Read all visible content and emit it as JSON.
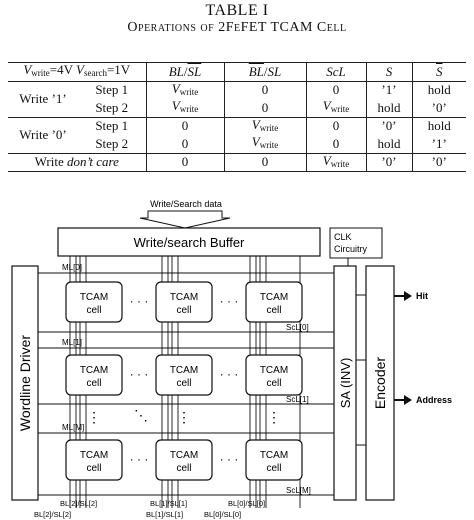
{
  "caption": {
    "title": "TABLE I",
    "subtitle": "Operations of 2FeFET TCAM Cell"
  },
  "table": {
    "hdr": {
      "vwrite": "V",
      "vwrite_sub": "write",
      "vwrite_val": "=4V ",
      "vsearch": "V",
      "vsearch_sub": "search",
      "vsearch_val": "=1V",
      "bl": "BL",
      "sl": "SL",
      "sep": "/",
      "scl": "ScL",
      "s": "S",
      "sbar": "S"
    },
    "rows": [
      {
        "op": "Write ’1’",
        "step": "Step 1",
        "blsl": "V",
        "blsl_sub": "write",
        "blbar": "0",
        "scl": "0",
        "s": "’1’",
        "sbar": "hold"
      },
      {
        "op": "",
        "step": "Step 2",
        "blsl": "V",
        "blsl_sub": "write",
        "blbar": "0",
        "scl": "V",
        "scl_sub": "write",
        "s": "hold",
        "sbar": "’0’"
      },
      {
        "op": "Write ’0’",
        "step": "Step 1",
        "blsl": "0",
        "blbar": "V",
        "blbar_sub": "write",
        "scl": "0",
        "s": "’0’",
        "sbar": "hold"
      },
      {
        "op": "",
        "step": "Step 2",
        "blsl": "0",
        "blbar": "V",
        "blbar_sub": "write",
        "scl": "0",
        "s": "hold",
        "sbar": "’1’"
      },
      {
        "op_a": "Write ",
        "op_b": "don’t care",
        "blsl": "0",
        "blbar": "0",
        "scl": "V",
        "scl_sub": "write",
        "s": "’0’",
        "sbar": "’0’"
      }
    ]
  },
  "diagram": {
    "input_label": "Write/Search data",
    "buffer_label": "Write/search Buffer",
    "clk_line1": "CLK",
    "clk_line2": "Circuitry",
    "wordline_label": "Wordline Driver",
    "sa_label": "SA (INV)",
    "encoder_label": "Encoder",
    "hit_label": "Hit",
    "address_label": "Address",
    "ml_labels": [
      "ML[0]",
      "ML[1]",
      "ML[M]"
    ],
    "scl_labels": [
      "ScL[0]",
      "ScL[1]",
      "ScL[M]"
    ],
    "cell_line1": "TCAM",
    "cell_line2": "cell",
    "hdots": "· · ·",
    "vdots": "⋮",
    "ddots": "⋱",
    "bottom_top": [
      "BL[2]/SL[2]",
      "BL[1]/SL[1]",
      "BL[0]/SL[0]"
    ],
    "bottom_low": [
      "BL[2]/SL[2]",
      "BL[1]/SL[1]",
      "BL[0]/SL[0]"
    ]
  }
}
